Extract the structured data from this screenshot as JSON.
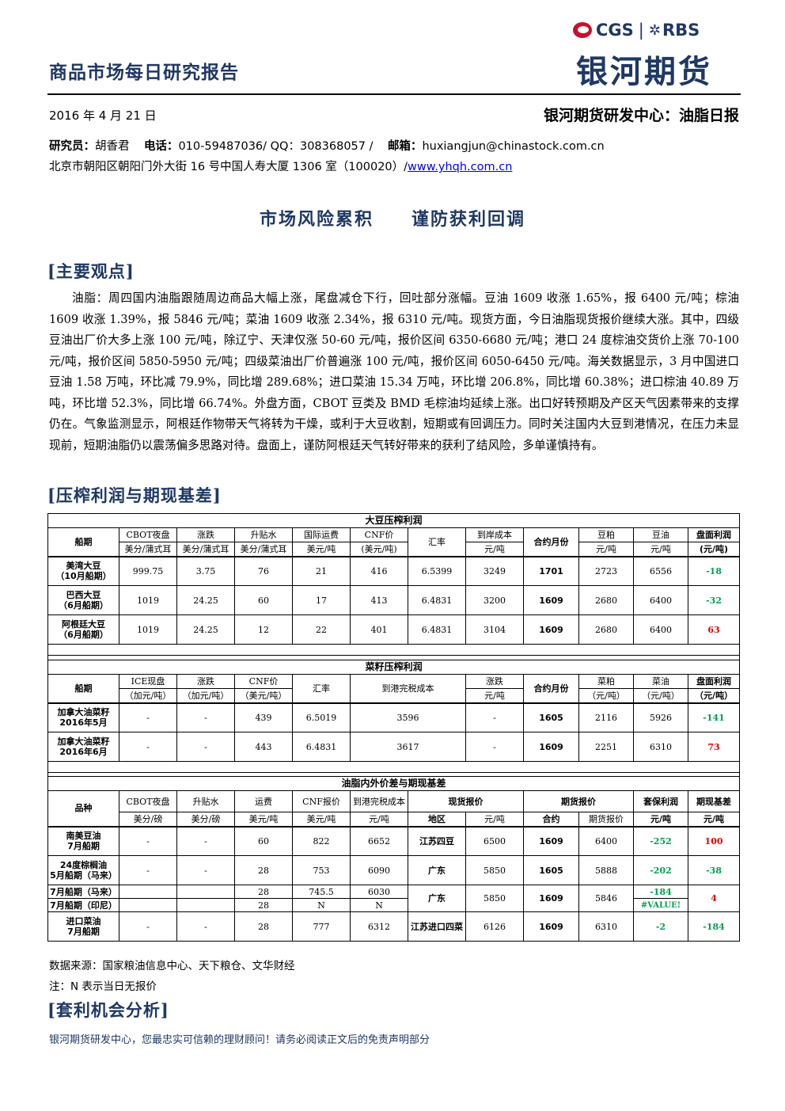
{
  "header": {
    "report_title": "商品市场每日研究报告",
    "logo_cgs": "CGS",
    "logo_rbs": "RBS",
    "logo_cn": "银河期货",
    "date": "2016 年 4 月 21 日",
    "dept": "银河期货研发中心：油脂日报"
  },
  "contact": {
    "researcher_label": "研究员：",
    "researcher": "胡香君",
    "phone_label": "电话：",
    "phone": "010-59487036/ QQ：308368057 /",
    "email_label": "邮箱：",
    "email": "huxiangjun@chinastock.com.cn",
    "address": "北京市朝阳区朝阳门外大街 16 号中国人寿大厦 1306 室（100020）/",
    "url": "www.yhqh.com.cn"
  },
  "main_title": "市场风险累积　　谨防获利回调",
  "sections": {
    "views": "[主要观点]",
    "crush": "[压榨利润与期现基差]",
    "arb": "[套利机会分析]"
  },
  "body_text": "油脂：周四国内油脂跟随周边商品大幅上涨，尾盘减仓下行，回吐部分涨幅。豆油 1609 收涨 1.65%，报 6400 元/吨；棕油 1609 收涨 1.39%，报 5846 元/吨；菜油 1609 收涨 2.34%，报 6310 元/吨。现货方面，今日油脂现货报价继续大涨。其中，四级豆油出厂价大多上涨 100 元/吨，除辽宁、天津仅涨 50-60 元/吨，报价区间 6350-6680 元/吨；港口 24 度棕油交货价上涨 70-100 元/吨，报价区间 5850-5950 元/吨；四级菜油出厂价普遍涨 100 元/吨，报价区间 6050-6450 元/吨。海关数据显示，3 月中国进口豆油 1.58 万吨，环比减 79.9%，同比增 289.68%；进口菜油 15.34 万吨，环比增 206.8%，同比增 60.38%；进口棕油 40.89 万吨，环比增 52.3%，同比增 66.74%。外盘方面，CBOT 豆类及 BMD 毛棕油均延续上涨。出口好转预期及产区天气因素带来的支撑仍在。气象监测显示，阿根廷作物带天气将转为干燥，或利于大豆收割，短期或有回调压力。同时关注国内大豆到港情况，在压力未显现前，短期油脂仍以震荡偏多思路对待。盘面上，谨防阿根廷天气转好带来的获利了结风险，多单谨慎持有。",
  "soy": {
    "title": "大豆压榨利润",
    "h1": [
      "船期",
      "CBOT夜盘",
      "涨跌",
      "升贴水",
      "国际运费",
      "CNF价",
      "汇率",
      "到岸成本",
      "合约月份",
      "豆粕",
      "豆油",
      "盘面利润"
    ],
    "h2": [
      "美分/蒲式耳",
      "美分/蒲式耳",
      "美分/蒲式耳",
      "美元/吨",
      "(美元/吨)",
      "元/吨",
      "元/吨",
      "元/吨",
      "(元/吨)"
    ],
    "rows": [
      {
        "name1": "美湾大豆",
        "name2": "（10月船期）",
        "cells": [
          "999.75",
          "3.75",
          "76",
          "21",
          "416",
          "6.5399",
          "3249",
          "1701",
          "2723",
          "6556",
          "-18"
        ]
      },
      {
        "name1": "巴西大豆",
        "name2": "（6月船期）",
        "cells": [
          "1019",
          "24.25",
          "60",
          "17",
          "413",
          "6.4831",
          "3200",
          "1609",
          "2680",
          "6400",
          "-32"
        ]
      },
      {
        "name1": "阿根廷大豆",
        "name2": "（6月船期）",
        "cells": [
          "1019",
          "24.25",
          "12",
          "22",
          "401",
          "6.4831",
          "3104",
          "1609",
          "2680",
          "6400",
          "63"
        ]
      }
    ]
  },
  "rape": {
    "title": "菜籽压榨利润",
    "h1": [
      "船期",
      "ICE现盘",
      "涨跌",
      "CNF价",
      "汇率",
      "到港完税成本",
      "涨跌",
      "合约月份",
      "菜粕",
      "菜油",
      "盘面利润"
    ],
    "h2": [
      "（加元/吨）",
      "（加元/吨）",
      "（美元/吨）",
      "元/吨",
      "（元/吨）",
      "（元/吨）",
      "（元/吨）"
    ],
    "rows": [
      {
        "name1": "加拿大油菜籽",
        "name2": "2016年5月",
        "cells": [
          "-",
          "-",
          "439",
          "6.5019",
          "3596",
          "-",
          "1605",
          "2116",
          "5926",
          "-141"
        ]
      },
      {
        "name1": "加拿大油菜籽",
        "name2": "2016年6月",
        "cells": [
          "-",
          "-",
          "443",
          "6.4831",
          "3617",
          "-",
          "1609",
          "2251",
          "6310",
          "73"
        ]
      }
    ]
  },
  "oil": {
    "title": "油脂内外价差与期现基差",
    "h1": [
      "品种",
      "CBOT夜盘",
      "升贴水",
      "运费",
      "CNF报价",
      "到港完税成本",
      "现货报价",
      "期货报价",
      "套保利润",
      "期现基差"
    ],
    "h2": [
      "美分/磅",
      "美分/磅",
      "美元/吨",
      "美元/吨",
      "元/吨",
      "地区",
      "元/吨",
      "合约",
      "期货报价",
      "元/吨",
      "元/吨"
    ],
    "rows": [
      {
        "name1": "南美豆油",
        "name2": "7月船期",
        "cells": [
          "-",
          "-",
          "60",
          "822",
          "6652",
          "江苏四豆",
          "6500",
          "1609",
          "6400",
          "-252",
          "100"
        ]
      },
      {
        "name1": "24度棕榈油",
        "name2": "5月船期（马来）",
        "cells": [
          "-",
          "-",
          "28",
          "753",
          "6090",
          "广东",
          "5850",
          "1605",
          "5888",
          "-202",
          "-38"
        ]
      }
    ],
    "palm_split": {
      "row_a": {
        "name": "7月船期（马来）",
        "freight": "28",
        "cnf": "745.5",
        "cost": "6030",
        "profit": "-184"
      },
      "row_b": {
        "name": "7月船期（印尼）",
        "freight": "28",
        "cnf": "N",
        "cost": "N",
        "profit": "#VALUE!"
      },
      "region": "广东",
      "spot": "5850",
      "contract": "1609",
      "futures": "5846",
      "basis": "4"
    },
    "rapeoil_row": {
      "name1": "进口菜油",
      "name2": "7月船期",
      "cells": [
        "-",
        "-",
        "28",
        "777",
        "6312",
        "江苏进口四菜",
        "6126",
        "1609",
        "6310",
        "-2",
        "-184"
      ]
    }
  },
  "notes": {
    "source": "数据来源：国家粮油信息中心、天下粮仓、文华财经",
    "note": "注：N 表示当日无报价"
  },
  "footer": "银河期货研发中心，您最忠实可信赖的理财顾问！请务必阅读正文后的免责声明部分",
  "colors": {
    "heading": "#1f3864",
    "positive": "#e00000",
    "negative": "#00a050"
  }
}
